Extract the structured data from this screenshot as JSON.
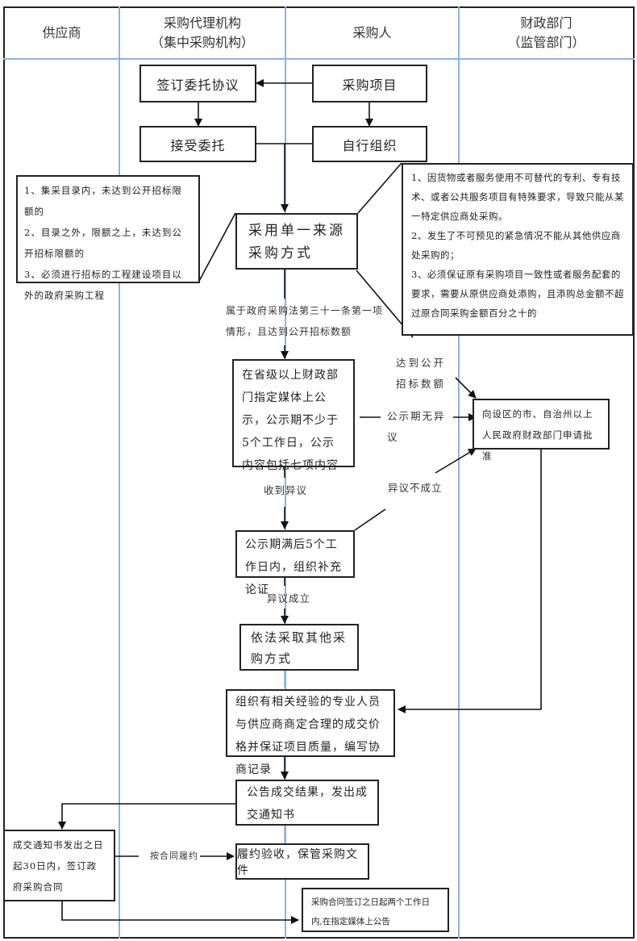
{
  "lanes": [
    {
      "title": "供应商"
    },
    {
      "title": "采购代理机构",
      "subtitle": "（集中采购机构）"
    },
    {
      "title": "采购人"
    },
    {
      "title": "财政部门",
      "subtitle": "（监管部门）"
    }
  ],
  "nodes": {
    "sign_agreement": "签订委托协议",
    "project": "采购项目",
    "accept": "接受委托",
    "self_org": "自行组织",
    "single_source": "采用单一来源采购方式",
    "publicity": "在省级以上财政部门指定媒体上公示，公示期不少于5个工作日，公示内容包括七项内容",
    "approval": "向设区的市、自治州以上人民政府财政部门申请批准",
    "verify": "公示期满后5个工作日内，组织补充论证",
    "other_method": "依法采取其他采购方式",
    "negotiate": "组织有相关经验的专业人员与供应商商定合理的成交价格并保证项目质量，编写协商记录",
    "announce": "公告成交结果，发出成交通知书",
    "contract": "成交通知书发出之日起30日内，签订政府采购合同",
    "acceptance": "履约验收，保管采购文件",
    "publish_contract": "采购合同签订之日起两个工作日内,在指定媒体上公告"
  },
  "callouts": {
    "left": [
      "1、集采目录内，未达到公开招标限额的",
      "2、目录之外，限额之上，未达到公开招标限额的",
      "3、必须进行招标的工程建设项目以外的政府采购工程"
    ],
    "right": [
      "1、因货物或者服务使用不可替代的专利、专有技术、或者公共服务项目有特殊要求，导致只能从某一特定供应商处采购。",
      "2、发生了不可预见的紧急情况不能从其他供应商处采购的；",
      "3、必须保证原有采购项目一致性或者服务配套的要求，需要从原供应商处添购，且添购总金额不超过原合同采购金额百分之十的"
    ]
  },
  "edge_labels": {
    "article31": "属于政府采购法第三十一条第一项情形，且达到公开招标数额",
    "reach_threshold": "达到公开招标数额",
    "no_objection": "公示期无异议",
    "received_objection": "收到异议",
    "objection_rejected": "异议不成立",
    "objection_upheld": "异议成立",
    "by_contract": "按合同履约"
  }
}
